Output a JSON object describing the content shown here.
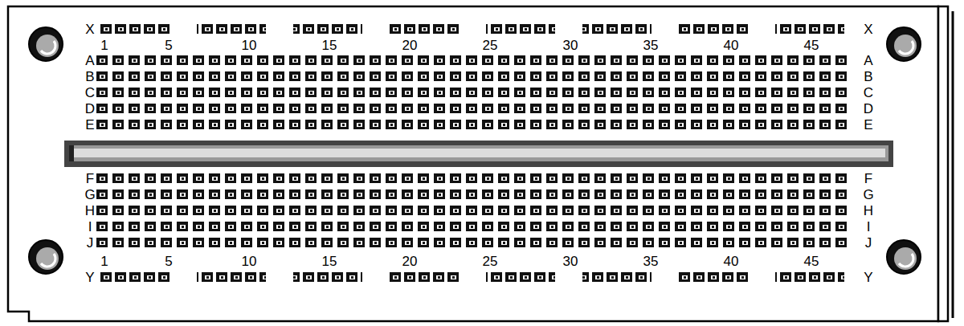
{
  "diagram": {
    "labels": [
      "X",
      "X",
      "1",
      "5",
      "10",
      "15",
      "20",
      "25",
      "30",
      "35",
      "40",
      "45",
      "A",
      "A",
      "B",
      "B",
      "C",
      "C",
      "D",
      "D",
      "E",
      "E",
      "F",
      "F",
      "G",
      "G",
      "H",
      "H",
      "I",
      "I",
      "J",
      "J",
      "1",
      "5",
      "10",
      "15",
      "20",
      "25",
      "30",
      "35",
      "40",
      "45",
      "Y",
      "Y"
    ]
  }
}
